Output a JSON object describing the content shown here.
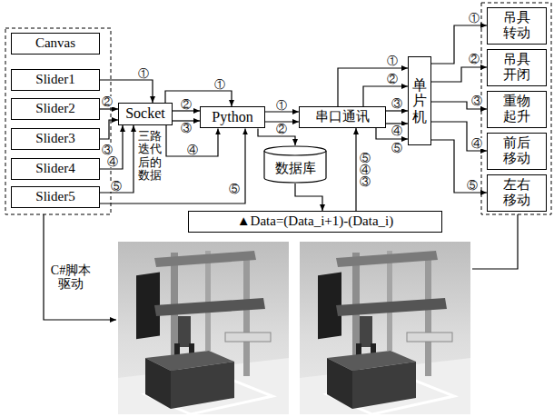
{
  "diagram": {
    "nodes": [
      {
        "text": [
          "Canvas"
        ]
      },
      {
        "text": [
          "Slider1"
        ]
      },
      {
        "text": [
          "Slider2"
        ]
      },
      {
        "text": [
          "Slider3"
        ]
      },
      {
        "text": [
          "Slider4"
        ]
      },
      {
        "text": [
          "Slider5"
        ]
      },
      {
        "text": [
          "Socket"
        ]
      },
      {
        "text": [
          "Python"
        ]
      },
      {
        "text": [
          "串口通讯"
        ]
      },
      {
        "text": [
          "单片机"
        ]
      },
      {
        "text": [
          "吊具转动"
        ]
      },
      {
        "text": [
          "吊具开闭"
        ]
      },
      {
        "text": [
          "重物起升"
        ]
      },
      {
        "text": [
          "前后移动"
        ]
      },
      {
        "text": [
          "左右移动"
        ]
      },
      {
        "text": [
          "数据库"
        ]
      },
      {
        "text": [
          "▲Data=(Data_i+1)-(Data_i)"
        ]
      }
    ],
    "edges": [
      {
        "from": 1,
        "to": 6,
        "arrow": "to",
        "label": "①"
      },
      {
        "from": 2,
        "to": 6,
        "arrow": "to",
        "label": "②"
      },
      {
        "from": 3,
        "to": 6,
        "arrow": "to",
        "label": "③"
      },
      {
        "from": 4,
        "to": 6,
        "arrow": "to",
        "label": "④"
      },
      {
        "from": 5,
        "to": 6,
        "arrow": "to",
        "label": "⑤"
      },
      {
        "from": 6,
        "to": 7,
        "arrow": "to",
        "label": "①"
      },
      {
        "from": 6,
        "to": 7,
        "arrow": "to",
        "label": "②"
      },
      {
        "from": 6,
        "to": 7,
        "arrow": "to",
        "label": "③"
      },
      {
        "from": 6,
        "to": 7,
        "arrow": "to",
        "label": "④"
      },
      {
        "from": 5,
        "to": 7,
        "arrow": "to",
        "label": "⑤"
      },
      {
        "from": 7,
        "to": 8,
        "arrow": "to",
        "label": "①"
      },
      {
        "from": 7,
        "to": 8,
        "arrow": "to",
        "label": "②"
      },
      {
        "from": 7,
        "to": 15,
        "arrow": "to"
      },
      {
        "from": 15,
        "to": 16,
        "arrow": "to"
      },
      {
        "from": 16,
        "to": 8,
        "arrow": "to",
        "label": "⑤④③"
      },
      {
        "from": 8,
        "to": 9,
        "arrow": "to",
        "label": "①"
      },
      {
        "from": 8,
        "to": 9,
        "arrow": "to",
        "label": "②"
      },
      {
        "from": 8,
        "to": 9,
        "arrow": "to",
        "label": "③"
      },
      {
        "from": 8,
        "to": 9,
        "arrow": "to",
        "label": "④"
      },
      {
        "from": 8,
        "to": 9,
        "arrow": "to",
        "label": "⑤"
      },
      {
        "from": 9,
        "to": 10,
        "arrow": "to",
        "label": "①"
      },
      {
        "from": 9,
        "to": 11,
        "arrow": "to",
        "label": "②"
      },
      {
        "from": 9,
        "to": 12,
        "arrow": "to",
        "label": "③"
      },
      {
        "from": 9,
        "to": 13,
        "arrow": "to",
        "label": "④"
      },
      {
        "from": 9,
        "to": 14,
        "arrow": "to",
        "label": "⑤"
      }
    ],
    "labels": [
      "三路迭代后的数据",
      "C#脚本驱动"
    ]
  }
}
